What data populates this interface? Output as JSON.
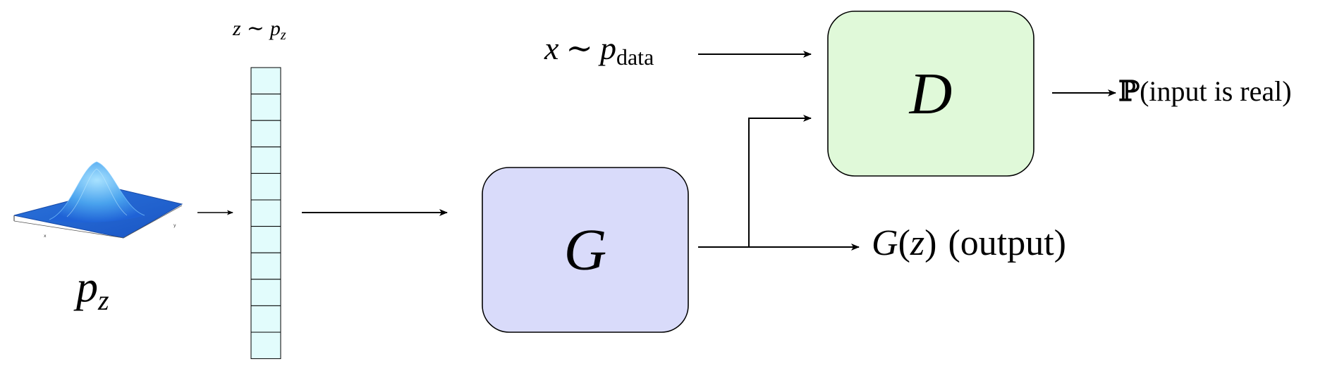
{
  "labels": {
    "noise_sample": {
      "var": "z",
      "rel": "∼",
      "dist": "p",
      "sub": "z"
    },
    "noise_dist": {
      "base": "p",
      "sub": "z"
    },
    "data_sample": {
      "var": "x",
      "rel": "∼",
      "dist": "p",
      "sub": "data"
    },
    "generator": "G",
    "discriminator": "D",
    "gen_output": {
      "func": "G",
      "open": "(",
      "arg": "z",
      "close": ")",
      "note": "(output)"
    },
    "disc_output": {
      "prob": "ℙ",
      "text": "(input is real)"
    }
  },
  "colors": {
    "generator_fill": "#d9dbfa",
    "discriminator_fill": "#e0f9d9",
    "vector_cell_fill": "#e2fcfc",
    "gaussian_light": "#9ad9ff",
    "gaussian_dark": "#1f62d6",
    "stroke": "#000000"
  },
  "noise_vector": {
    "cells": 11
  },
  "icons": {
    "gaussian_surface": "gaussian-surface-3d-plot"
  }
}
